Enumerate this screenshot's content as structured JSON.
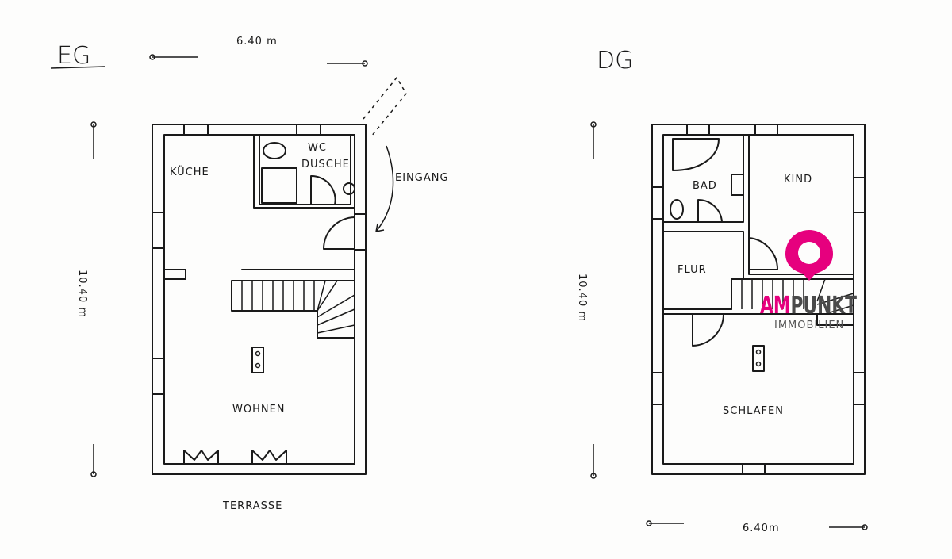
{
  "floors": [
    {
      "title": "EG",
      "width_label": "6.40 m",
      "depth_label": "10.40 m",
      "rooms": [
        "KÜCHE",
        "WC",
        "DUSCHE",
        "WOHNEN"
      ],
      "entrance": "EINGANG",
      "outside": "TERRASSE"
    },
    {
      "title": "DG",
      "width_label": "6.40m",
      "depth_label": "10.40 m",
      "rooms": [
        "BAD",
        "KIND",
        "FLUR",
        "SCHLAFEN"
      ]
    }
  ],
  "logo": {
    "brand_a": "AM",
    "brand_b": "PUNKT",
    "sub": "IMMOBILIEN",
    "pink": "#e6007e",
    "grey": "#4a4a4a"
  }
}
